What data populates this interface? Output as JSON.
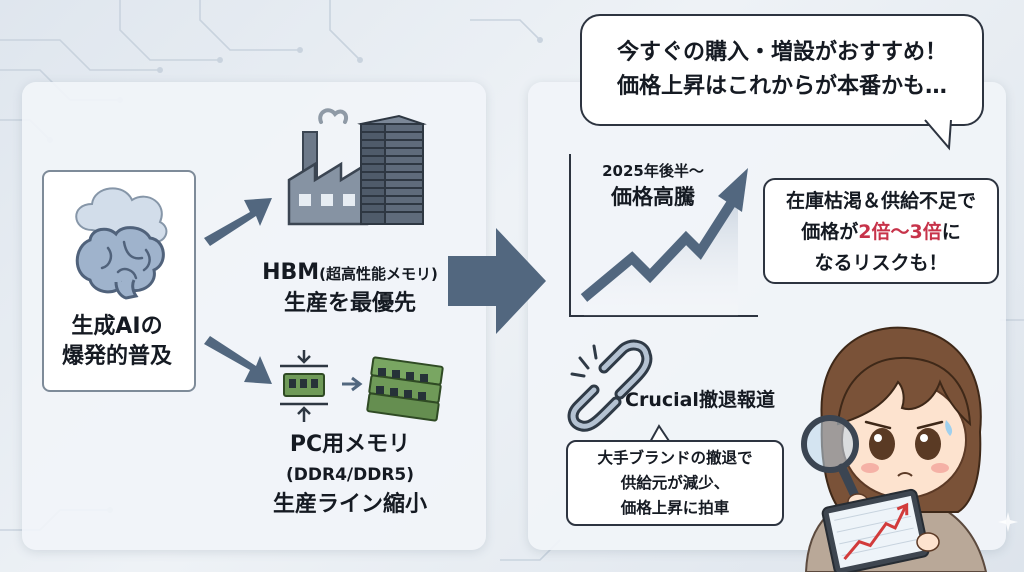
{
  "source": {
    "line1": "生成AIの",
    "line2": "爆発的普及"
  },
  "hbm": {
    "main": "HBM",
    "paren": "(超高性能メモリ)",
    "line2": "生産を最優先"
  },
  "pc": {
    "line1": "PC用メモリ",
    "line2": "(DDR4/DDR5)",
    "line3": "生産ライン縮小"
  },
  "bubble": {
    "line1": "今すぐの購入・増設がおすすめ！",
    "line2": "価格上昇はこれからが本番かも…"
  },
  "chart": {
    "line1": "2025年後半〜",
    "line2": "価格高騰"
  },
  "risk": {
    "line1": "在庫枯渇＆供給不足で",
    "pre": "価格が",
    "highlight": "2倍〜3倍",
    "post": "に",
    "line3": "なるリスクも！"
  },
  "crucial": {
    "title": "Crucial撤退報道"
  },
  "news": {
    "line1": "大手ブランドの撤退で",
    "line2": "供給元が減少、",
    "line3": "価格上昇に拍車"
  },
  "colors": {
    "accent_red": "#c7334a",
    "arrow_blue": "#52677f",
    "ink": "#151a22"
  }
}
